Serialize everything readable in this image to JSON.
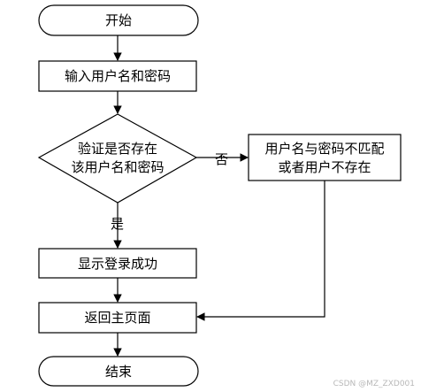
{
  "nodes": {
    "start": {
      "label": "开始"
    },
    "input": {
      "label": "输入用户名和密码"
    },
    "decision": {
      "line1": "验证是否存在",
      "line2": "该用户名和密码"
    },
    "error": {
      "line1": "用户名与密码不匹配",
      "line2": "或者用户不存在"
    },
    "success": {
      "label": "显示登录成功"
    },
    "back": {
      "label": "返回主页面"
    },
    "end": {
      "label": "结束"
    }
  },
  "edges": {
    "no_label": "否",
    "yes_label": "是"
  },
  "watermark": "CSDN @MZ_ZXD001"
}
